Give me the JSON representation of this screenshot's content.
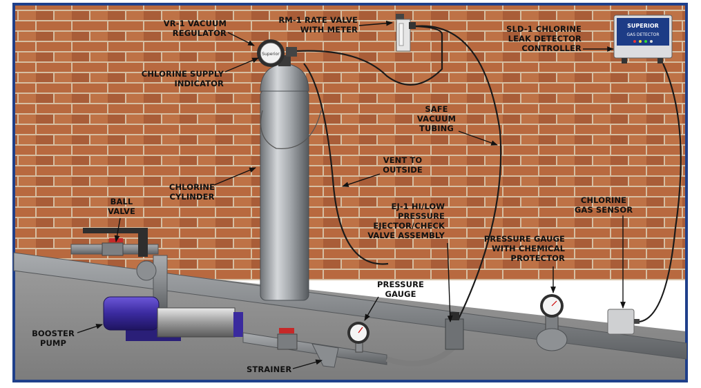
{
  "labels": {
    "vr1": "VR-1 VACUUM\nREGULATOR",
    "rm1": "RM-1 RATE VALVE\nWITH METER",
    "sld1": "SLD-1 CHLORINE\nLEAK DETECTOR\nCONTROLLER",
    "supply": "CHLORINE SUPPLY\nINDICATOR",
    "tubing": "SAFE\nVACUUM\nTUBING",
    "vent": "VENT TO\nOUTSIDE",
    "cylinder": "CHLORINE\nCYLINDER",
    "ball_valve": "BALL\nVALVE",
    "ej1": "EJ-1 HI/LOW\nPRESSURE\nEJECTOR/CHECK\nVALVE ASSEMBLY",
    "gas_sensor": "CHLORINE\nGAS SENSOR",
    "gauge_chem": "PRESSURE GAUGE\nWITH CHEMICAL\nPROTECTOR",
    "pressure_gauge": "PRESSURE\nGAUGE",
    "booster": "BOOSTER\nPUMP",
    "strainer": "STRAINER"
  },
  "device_text": {
    "brand": "SUPERIOR",
    "detector": "GAS DETECTOR",
    "regulator_face": "Superior"
  },
  "colors": {
    "brick": "#b5673f",
    "mortar": "#d9c3a6",
    "floor": "#8f8f8f",
    "pipe": "#8a8d90",
    "pump": "#3c2a9c",
    "frame": "#1f3f8a"
  }
}
